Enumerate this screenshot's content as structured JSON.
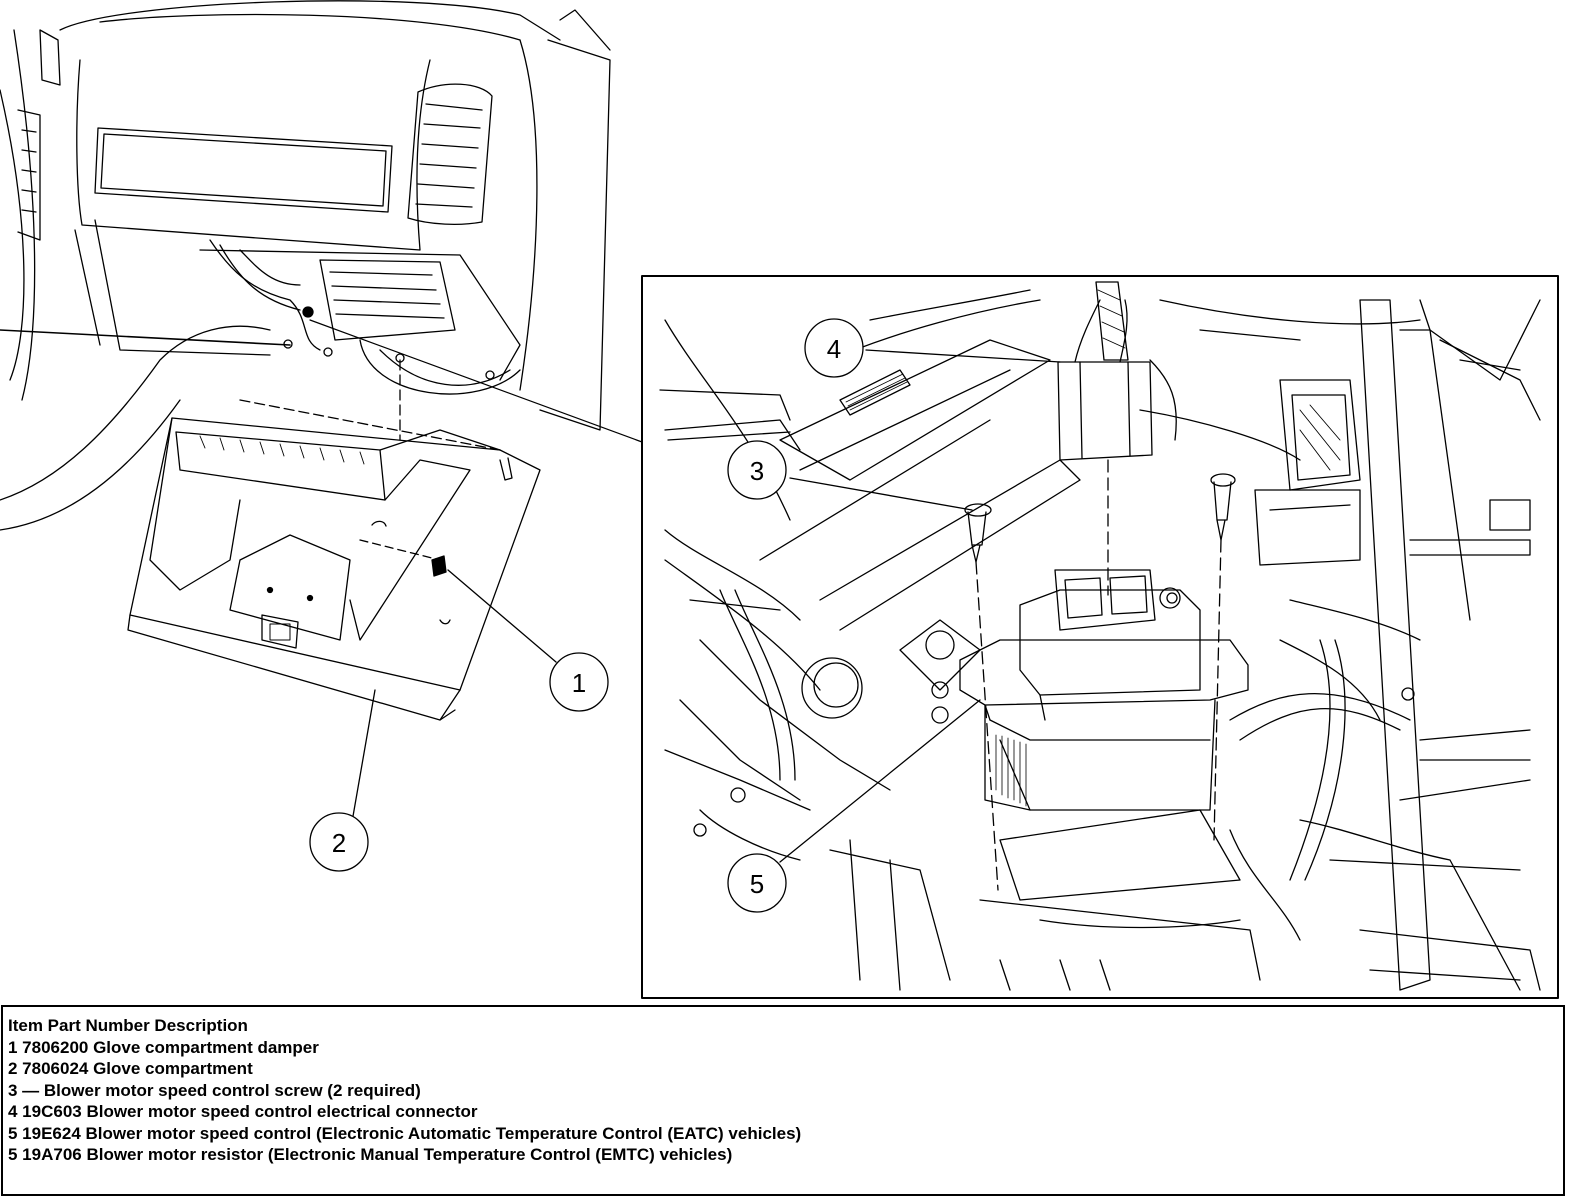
{
  "callouts": {
    "c1": "1",
    "c2": "2",
    "c3": "3",
    "c4": "4",
    "c5": "5"
  },
  "legend": {
    "header": "Item Part Number Description",
    "rows": [
      "1 7806200 Glove compartment damper",
      "2 7806024 Glove compartment",
      "3 — Blower motor speed control screw (2 required)",
      "4 19C603 Blower motor speed control electrical connector",
      "5 19E624 Blower motor speed control (Electronic Automatic Temperature Control (EATC) vehicles)",
      "5 19A706 Blower motor resistor (Electronic Manual Temperature Control (EMTC) vehicles)"
    ]
  }
}
